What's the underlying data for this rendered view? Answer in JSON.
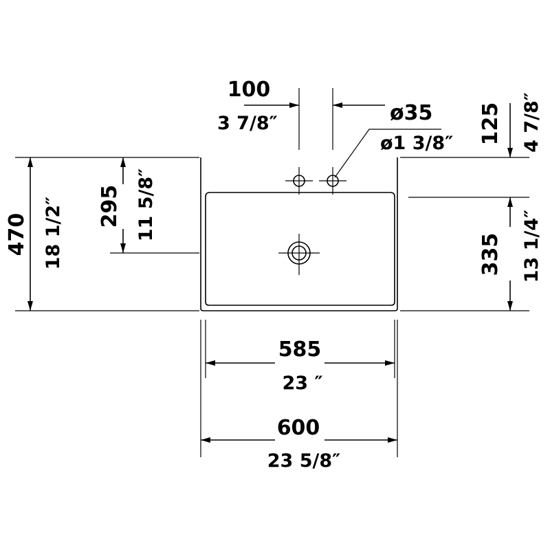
{
  "colors": {
    "ink": "#000000",
    "background": "#ffffff"
  },
  "dimensions": {
    "tap_spacing": {
      "metric": "100",
      "imperial": "3 7/8″"
    },
    "tap_hole_diameter": {
      "metric": "ø35",
      "imperial": "ø1 3/8″"
    },
    "tap_to_back": {
      "metric": "125",
      "imperial": "4 7/8″"
    },
    "total_depth": {
      "metric": "470",
      "imperial": "18 1/2″"
    },
    "back_to_drain": {
      "metric": "295",
      "imperial": "11 5/8″"
    },
    "bowl_depth": {
      "metric": "335",
      "imperial": "13 1/4″"
    },
    "bowl_width": {
      "metric": "585",
      "imperial": "23 ″"
    },
    "total_width": {
      "metric": "600",
      "imperial": "23 5/8″"
    }
  }
}
